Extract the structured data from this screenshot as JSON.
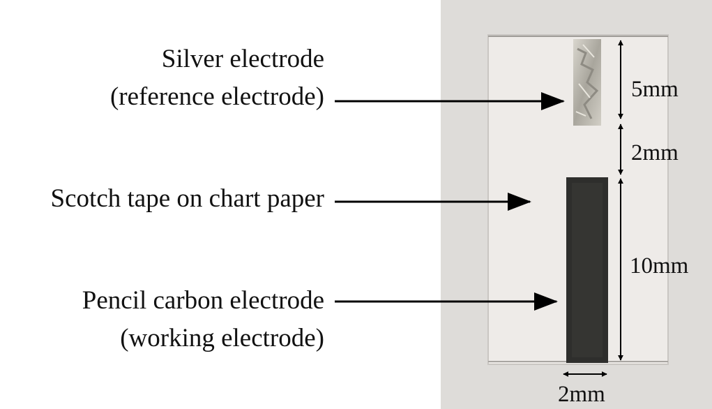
{
  "labels": {
    "silver_line1": "Silver electrode",
    "silver_line2": "(reference electrode)",
    "tape": "Scotch tape on chart paper",
    "pencil_line1": "Pencil carbon electrode",
    "pencil_line2": "(working electrode)"
  },
  "dimensions": {
    "silver_length": "5mm",
    "gap": "2mm",
    "carbon_length": "10mm",
    "carbon_width": "2mm"
  },
  "colors": {
    "photo_background": "#dedcd9",
    "tape_paper": "#eeebe8",
    "silver": "#c9c6bd",
    "carbon": "#2e2e2c",
    "arrow": "#000000"
  }
}
